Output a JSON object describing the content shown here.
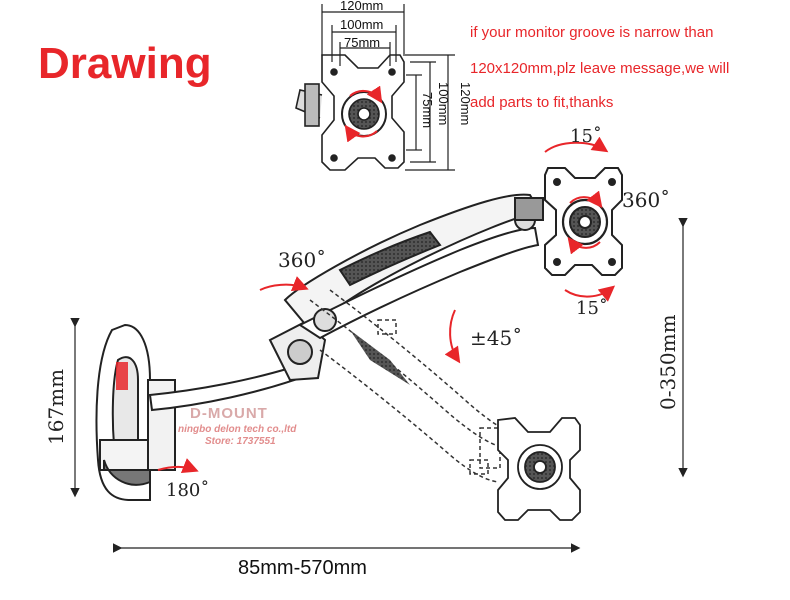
{
  "title": "Drawing",
  "note_lines": [
    "if your monitor groove is narrow than",
    "120x120mm,plz leave message,we will",
    "add parts to fit,thanks"
  ],
  "vesa_dims": {
    "h120": "120mm",
    "h100": "100mm",
    "h75": "75mm",
    "v120": "120mm",
    "v100": "100mm",
    "v75": "75mm"
  },
  "angles": {
    "top_tilt": "15˚",
    "rotation_right": "360˚",
    "bottom_tilt": "15˚",
    "rotation_left": "360˚",
    "arm_tilt": "±45˚",
    "base_swivel": "180˚"
  },
  "dimensions": {
    "height_range": "0-350mm",
    "base_height": "167mm",
    "extension": "85mm-570mm"
  },
  "watermark": {
    "brand": "D-MOUNT",
    "company": "ningbo delon tech co.,ltd",
    "store": "Store: 1737551"
  },
  "colors": {
    "red": "#e8262a",
    "line": "#222222"
  }
}
